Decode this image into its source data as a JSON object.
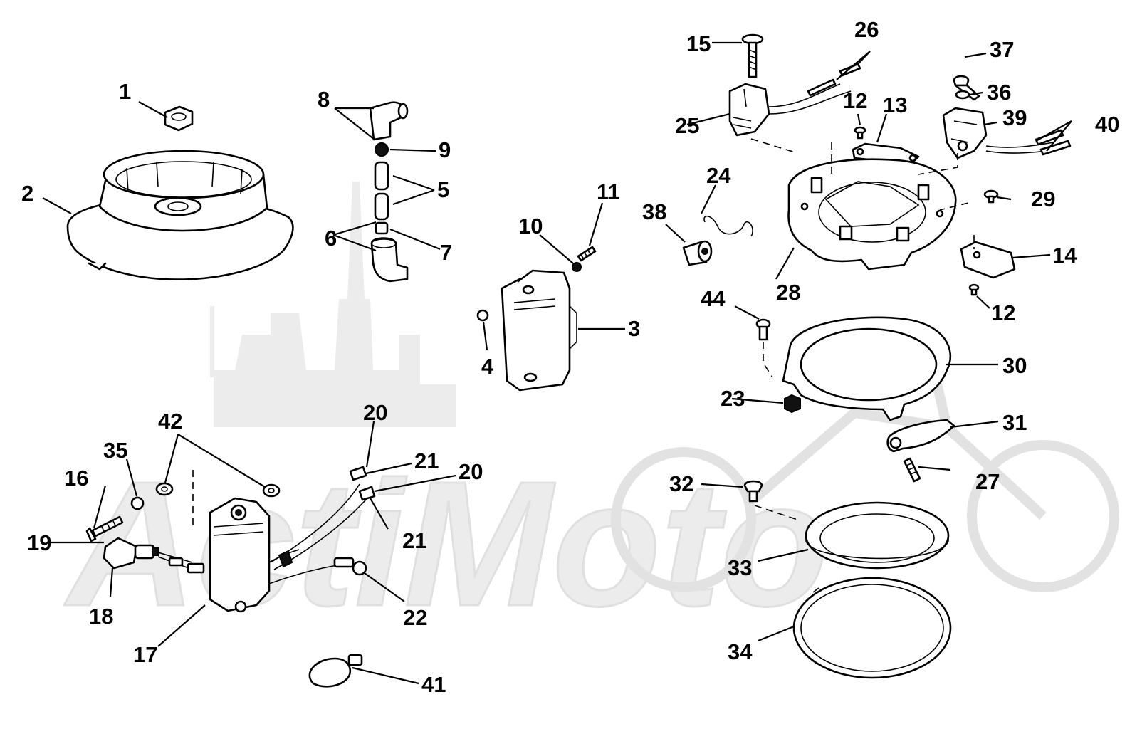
{
  "watermark": {
    "text": "ActiMoto"
  },
  "labels": [
    {
      "id": "1",
      "text": "1"
    },
    {
      "id": "2",
      "text": "2"
    },
    {
      "id": "3",
      "text": "3"
    },
    {
      "id": "4",
      "text": "4"
    },
    {
      "id": "5",
      "text": "5"
    },
    {
      "id": "6",
      "text": "6"
    },
    {
      "id": "7",
      "text": "7"
    },
    {
      "id": "8",
      "text": "8"
    },
    {
      "id": "9",
      "text": "9"
    },
    {
      "id": "10",
      "text": "10"
    },
    {
      "id": "11",
      "text": "11"
    },
    {
      "id": "12a",
      "text": "12"
    },
    {
      "id": "12b",
      "text": "12"
    },
    {
      "id": "13",
      "text": "13"
    },
    {
      "id": "14",
      "text": "14"
    },
    {
      "id": "15",
      "text": "15"
    },
    {
      "id": "16",
      "text": "16"
    },
    {
      "id": "17",
      "text": "17"
    },
    {
      "id": "18",
      "text": "18"
    },
    {
      "id": "19",
      "text": "19"
    },
    {
      "id": "20a",
      "text": "20"
    },
    {
      "id": "20b",
      "text": "20"
    },
    {
      "id": "21a",
      "text": "21"
    },
    {
      "id": "21b",
      "text": "21"
    },
    {
      "id": "22",
      "text": "22"
    },
    {
      "id": "23",
      "text": "23"
    },
    {
      "id": "24",
      "text": "24"
    },
    {
      "id": "25",
      "text": "25"
    },
    {
      "id": "26",
      "text": "26"
    },
    {
      "id": "27",
      "text": "27"
    },
    {
      "id": "28",
      "text": "28"
    },
    {
      "id": "29",
      "text": "29"
    },
    {
      "id": "30",
      "text": "30"
    },
    {
      "id": "31",
      "text": "31"
    },
    {
      "id": "32",
      "text": "32"
    },
    {
      "id": "33",
      "text": "33"
    },
    {
      "id": "34",
      "text": "34"
    },
    {
      "id": "35",
      "text": "35"
    },
    {
      "id": "36",
      "text": "36"
    },
    {
      "id": "37",
      "text": "37"
    },
    {
      "id": "38",
      "text": "38"
    },
    {
      "id": "39",
      "text": "39"
    },
    {
      "id": "40",
      "text": "40"
    },
    {
      "id": "41",
      "text": "41"
    },
    {
      "id": "42",
      "text": "42"
    },
    {
      "id": "44",
      "text": "44"
    }
  ]
}
